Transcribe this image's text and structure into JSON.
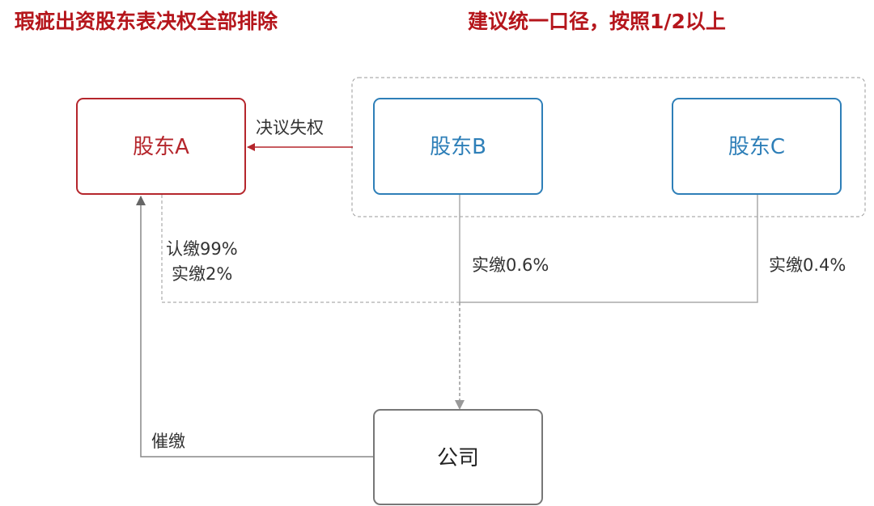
{
  "titles": {
    "left": "瑕疵出资股东表决权全部排除",
    "right": "建议统一口径，按照1/2以上"
  },
  "nodes": {
    "a": "股东A",
    "b": "股东B",
    "c": "股东C",
    "company": "公司"
  },
  "labels": {
    "vote_loss": "决议失权",
    "a_subscribed": "认缴99%",
    "a_paid": "实缴2%",
    "b_paid": "实缴0.6%",
    "c_paid": "实缴0.4%",
    "urge": "催缴"
  },
  "colors": {
    "title": "#b5161c",
    "shareholder_a": "#b5262c",
    "shareholder_bc": "#2e7fb8",
    "company": "#777777"
  }
}
